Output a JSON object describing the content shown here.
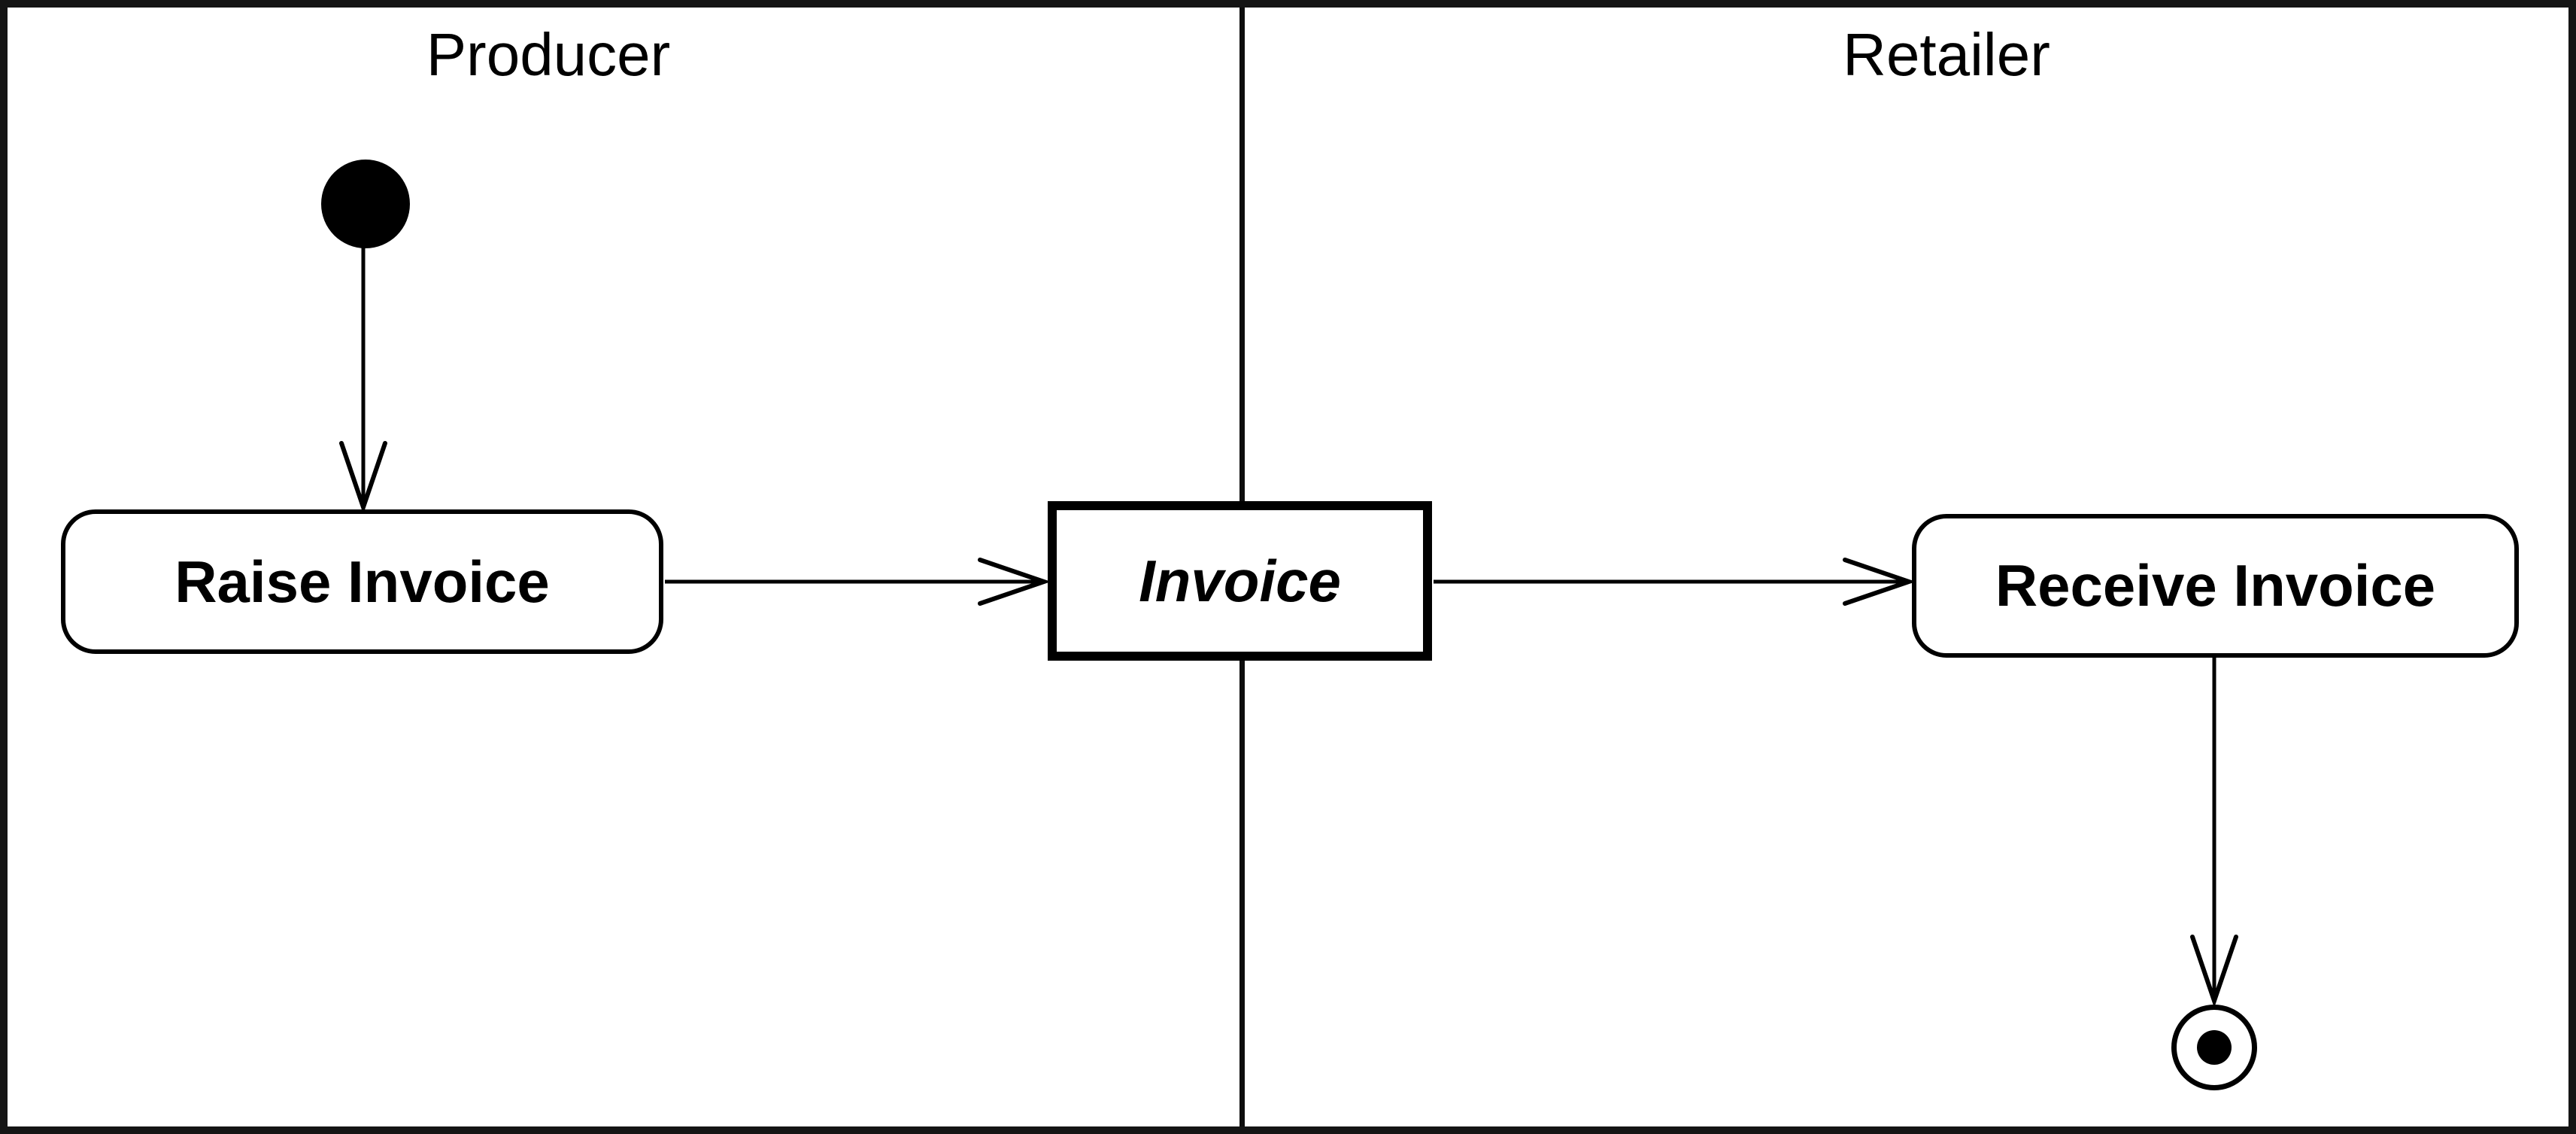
{
  "lanes": {
    "producer": {
      "label": "Producer"
    },
    "retailer": {
      "label": "Retailer"
    }
  },
  "nodes": {
    "initial": {
      "kind": "initial-node",
      "lane": "producer"
    },
    "raise_invoice": {
      "kind": "action",
      "label": "Raise Invoice",
      "lane": "producer"
    },
    "invoice_object": {
      "kind": "object-node",
      "label": "Invoice",
      "lane": "lane-boundary"
    },
    "receive_invoice": {
      "kind": "action",
      "label": "Receive Invoice",
      "lane": "retailer"
    },
    "final": {
      "kind": "activity-final-node",
      "lane": "retailer"
    }
  },
  "edges": [
    {
      "from": "initial",
      "to": "raise_invoice",
      "direction": "down"
    },
    {
      "from": "raise_invoice",
      "to": "invoice_object",
      "direction": "right"
    },
    {
      "from": "invoice_object",
      "to": "receive_invoice",
      "direction": "right"
    },
    {
      "from": "receive_invoice",
      "to": "final",
      "direction": "down"
    }
  ],
  "colors": {
    "line": "#000000",
    "frame": "#151515",
    "background": "#ffffff"
  }
}
